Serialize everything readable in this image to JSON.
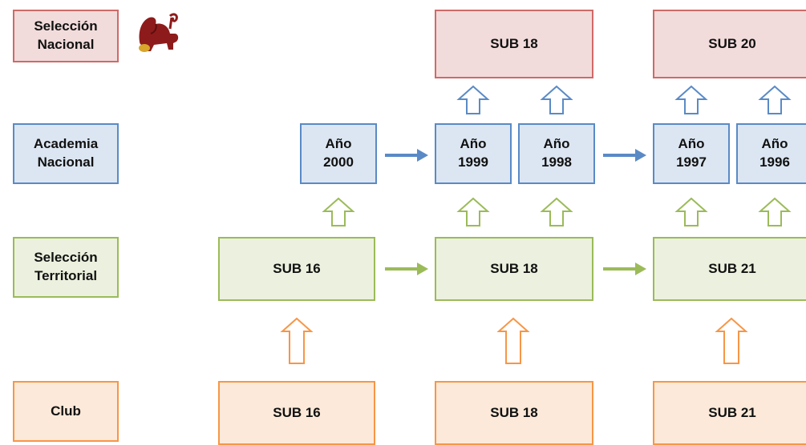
{
  "levels": {
    "seleccion_nacional": "Selección\nNacional",
    "academia_nacional": "Academia\nNacional",
    "seleccion_territorial": "Selección\nTerritorial",
    "club": "Club"
  },
  "seleccion_nacional_boxes": {
    "sub18": "SUB 18",
    "sub20": "SUB 20"
  },
  "academia_boxes": {
    "y2000": "Año\n2000",
    "y1999": "Año\n1999",
    "y1998": "Año\n1998",
    "y1997": "Año\n1997",
    "y1996": "Año\n1996"
  },
  "territorial_boxes": {
    "sub16": "SUB 16",
    "sub18": "SUB 18",
    "sub21": "SUB 21"
  },
  "club_boxes": {
    "sub16": "SUB 16",
    "sub18": "SUB 18",
    "sub21": "SUB 21"
  },
  "logo": {
    "icon": "lion-icon"
  },
  "colors": {
    "red_fill": "#f2dcdb",
    "red_border": "#cf6a68",
    "blue_fill": "#dce6f2",
    "blue_border": "#5a8ac6",
    "green_fill": "#ebf1de",
    "green_border": "#9bbb59",
    "orange_fill": "#fde9d9",
    "orange_border": "#f79646"
  }
}
